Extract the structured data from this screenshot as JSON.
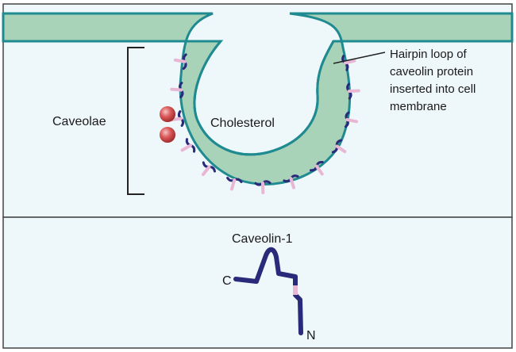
{
  "labels": {
    "caveolae": "Caveolae",
    "cholesterol": "Cholesterol",
    "hairpin_line1": "Hairpin loop of",
    "hairpin_line2": "caveolin protein",
    "hairpin_line3": "inserted into cell",
    "hairpin_line4": "membrane",
    "caveolin": "Caveolin-1",
    "c_terminus": "C",
    "n_terminus": "N"
  },
  "colors": {
    "panel_background": "#eef8fb",
    "panel_border": "#444444",
    "membrane_fill": "#a9d3b9",
    "membrane_edge": "#1f8a90",
    "protein": "#2a2a7a",
    "protein_tip": "#e8b7d4",
    "cholesterol": "#cc4444",
    "bracket": "#222222"
  },
  "icons": {
    "cholesterol_molecules": "red-sphere-pair",
    "caveolin_protein": "hairpin-chain"
  }
}
